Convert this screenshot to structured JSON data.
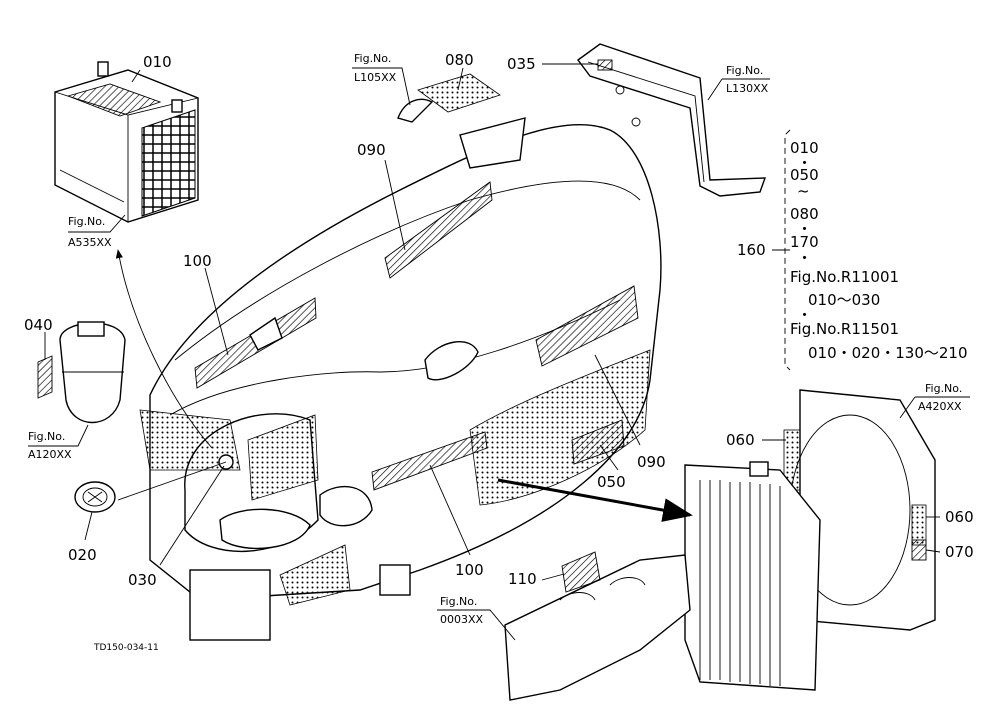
{
  "figure": {
    "code": "TD150-034-11"
  },
  "callouts": {
    "c010": "010",
    "c080": "080",
    "c035": "035",
    "c090a": "090",
    "c100a": "100",
    "c040": "040",
    "c160": "160",
    "c060a": "060",
    "c050": "050",
    "c090b": "090",
    "c060b": "060",
    "c070": "070",
    "c020": "020",
    "c030": "030",
    "c100b": "100",
    "c110": "110"
  },
  "fig_refs": {
    "a535": {
      "line1": "Fig.No.",
      "line2": "A535XX"
    },
    "l105": {
      "line1": "Fig.No.",
      "line2": "L105XX"
    },
    "l130": {
      "line1": "Fig.No.",
      "line2": "L130XX"
    },
    "a120": {
      "line1": "Fig.No.",
      "line2": "A120XX"
    },
    "a420": {
      "line1": "Fig.No.",
      "line2": "A420XX"
    },
    "f0003": {
      "line1": "Fig.No.",
      "line2": "0003XX"
    }
  },
  "bracket_list": {
    "r1": "010",
    "r2": "050",
    "r3": "080",
    "r4": "170",
    "r5": "Fig.No.R11001",
    "r6": "010～030",
    "r7": "Fig.No.R11501",
    "r8": "010・020・130～210"
  }
}
